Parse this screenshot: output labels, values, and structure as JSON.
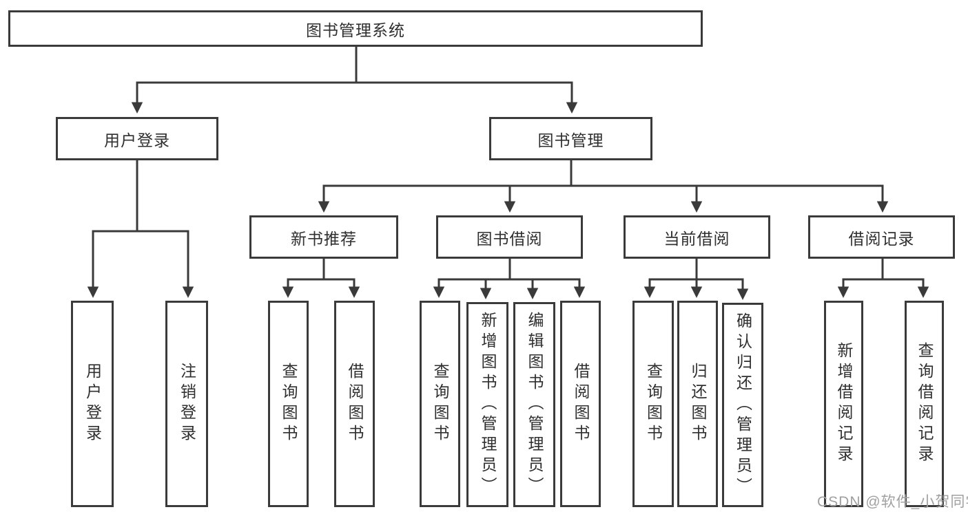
{
  "diagram": {
    "root": "图书管理系统",
    "branches": [
      {
        "label": "用户登录",
        "children": [
          "用户登录",
          "注销登录"
        ]
      },
      {
        "label": "图书管理",
        "sections": [
          {
            "label": "新书推荐",
            "children": [
              "查询图书",
              "借阅图书"
            ]
          },
          {
            "label": "图书借阅",
            "children": [
              "查询图书",
              "新增图书（管理员）",
              "编辑图书（管理员）",
              "借阅图书"
            ]
          },
          {
            "label": "当前借阅",
            "children": [
              "查询图书",
              "归还图书",
              "确认归还（管理员）"
            ]
          },
          {
            "label": "借阅记录",
            "children": [
              "新增借阅记录",
              "查询借阅记录"
            ]
          }
        ]
      }
    ]
  },
  "watermark": "CSDN @软件_小贺同学",
  "colors": {
    "line": "#3a3a3a",
    "text": "#2f2f2f",
    "watermark": "#a0a0a0",
    "background": "#ffffff"
  }
}
